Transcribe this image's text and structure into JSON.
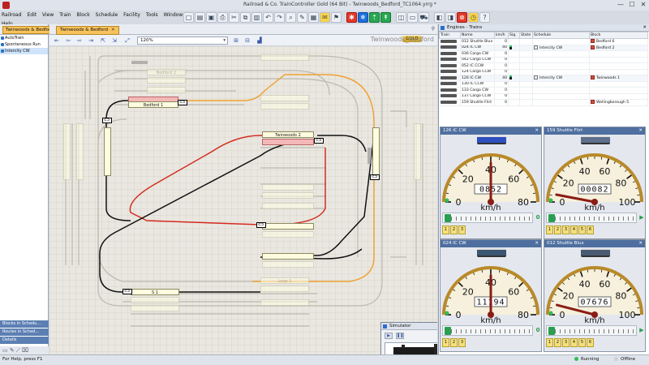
{
  "window": {
    "title": "Railroad & Co. TrainController Gold (64 Bit) - Twinwoods_Bedford_TC1064.yrrg *",
    "minimize": "—",
    "maximize": "☐",
    "close": "✕"
  },
  "menu": [
    "Railroad",
    "Edit",
    "View",
    "Train",
    "Block",
    "Schedule",
    "Facility",
    "Tools",
    "Window",
    "Help"
  ],
  "left_pane": {
    "tab": "Twinwoods & Bedford",
    "items": [
      "AutoTrain",
      "Spontaneous Run",
      "Intercity CW"
    ],
    "selected_index": 2,
    "footers": [
      "Blocks in Schedu...",
      "Routes in Sched...",
      "Details"
    ],
    "tools": "▭ ✎ ⟋ ⌧"
  },
  "editor": {
    "tab": "Twinwoods & Bedford",
    "zoom": "120%",
    "badge": "GOLD",
    "title": "Twinwoods_Bedford"
  },
  "layout_blocks": {
    "bedford2": "Bedford 2",
    "bedford1": "Bedford 1",
    "twinwoods2": "Twinwoods 2",
    "s1": "S 1",
    "loops": "Loop 1"
  },
  "simulator": {
    "title": "Simulator",
    "close": "✕",
    "play": "▶",
    "pause": "❚❚"
  },
  "engines_panel": {
    "title": "Engines - Trains",
    "columns": [
      "Train",
      "Name",
      "km/h",
      "Sig.",
      "State",
      "Schedule",
      "Block"
    ],
    "rows": [
      {
        "name": "012 Shuttle Blux",
        "speed": "0",
        "sig": false,
        "schedule": "",
        "block": "Bedford 6"
      },
      {
        "name": "024 IC CW",
        "speed": "40",
        "sig": true,
        "schedule": "Intercity CW",
        "block": "Bedford 2"
      },
      {
        "name": "036 Cargo CW",
        "speed": "0",
        "sig": false,
        "schedule": "",
        "block": ""
      },
      {
        "name": "042 Cargo CCW",
        "speed": "0",
        "sig": false,
        "schedule": "",
        "block": ""
      },
      {
        "name": "052 IC CCW",
        "speed": "0",
        "sig": false,
        "schedule": "",
        "block": ""
      },
      {
        "name": "124 Cargo CCW",
        "speed": "0",
        "sig": false,
        "schedule": "",
        "block": ""
      },
      {
        "name": "126 IC CW",
        "speed": "40",
        "sig": true,
        "schedule": "Intercity CW",
        "block": "Twinwoods 1"
      },
      {
        "name": "130 IC CCW",
        "speed": "0",
        "sig": false,
        "schedule": "",
        "block": ""
      },
      {
        "name": "133 Cargo CW",
        "speed": "0",
        "sig": false,
        "schedule": "",
        "block": ""
      },
      {
        "name": "137 Cargo CCW",
        "speed": "0",
        "sig": false,
        "schedule": "",
        "block": ""
      },
      {
        "name": "159 Shuttle Flirt",
        "speed": "0",
        "sig": false,
        "schedule": "",
        "block": "Wellingborough 5"
      }
    ]
  },
  "tachos": [
    {
      "title": "126 IC CW",
      "odometer": "0852",
      "max": 80,
      "speed": 40,
      "labels": [
        "0",
        "20",
        "40",
        "60",
        "80"
      ],
      "unit": "km/h",
      "slider_value": "0",
      "photo_color": "#2d4fbf"
    },
    {
      "title": "159 Shuttle Flirt",
      "odometer": "00082",
      "max": 100,
      "speed": 6,
      "labels": [
        "0",
        "20",
        "40",
        "60",
        "80",
        "100"
      ],
      "unit": "km/h",
      "slider_value": "▶",
      "photo_color": "#5d6f8c"
    },
    {
      "title": "024 IC CW",
      "odometer": "11194",
      "max": 80,
      "speed": 40,
      "labels": [
        "0",
        "20",
        "40",
        "60",
        "80"
      ],
      "unit": "km/h",
      "slider_value": "0",
      "photo_color": "#3b5670"
    },
    {
      "title": "012 Shuttle Blux",
      "odometer": "07676",
      "max": 100,
      "speed": 8,
      "labels": [
        "0",
        "20",
        "40",
        "60",
        "80",
        "100"
      ],
      "unit": "km/h",
      "slider_value": "▶",
      "photo_color": "#4a5a73"
    }
  ],
  "tacho_functions": [
    [
      "1",
      "2",
      "3"
    ],
    [
      "1",
      "2",
      "3",
      "4",
      "5",
      "6"
    ],
    [
      "1",
      "2",
      "3"
    ],
    [
      "1",
      "2",
      "3",
      "4",
      "5",
      "6"
    ]
  ],
  "status": {
    "help": "For Help, press F1",
    "running": "Running",
    "offline": "Offline"
  },
  "colors": {
    "track_red": "#d42b1f",
    "track_orange": "#f0a030",
    "track_active": "#111111",
    "track_inactive": "#b8b4ab",
    "running_dot": "#2fbf55",
    "offline_dot": "#cfcfcf"
  }
}
